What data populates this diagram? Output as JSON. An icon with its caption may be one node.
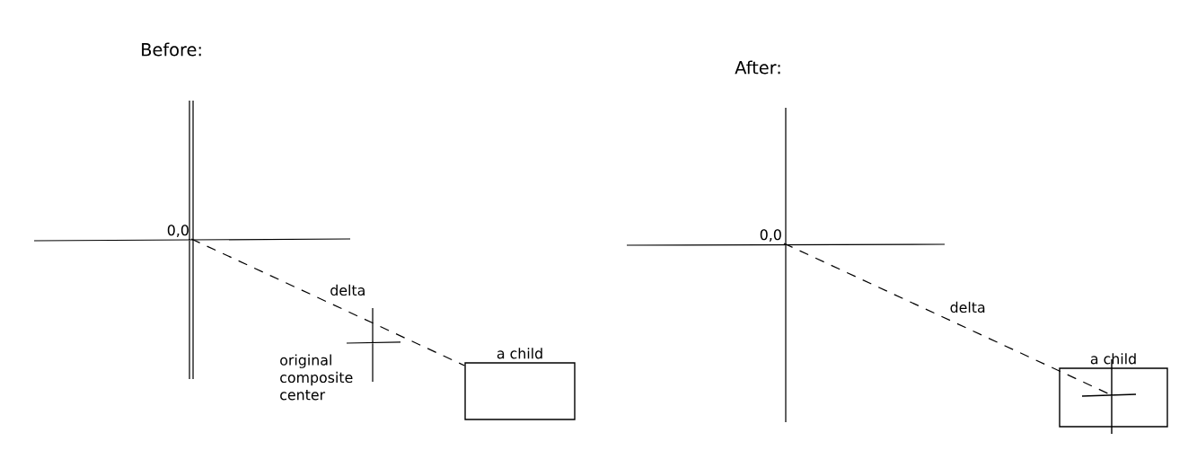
{
  "diagram": {
    "nodes": [
      {
        "text": [
          "0,0"
        ]
      },
      {
        "text": [
          "a child"
        ]
      },
      {
        "text": [
          "0,0"
        ]
      },
      {
        "text": [
          "a child"
        ]
      },
      {
        "text": [],
        "shape": "cross",
        "in": 3
      }
    ],
    "edges": [
      {
        "from": 0,
        "to": 1,
        "arrow": "none",
        "style": "dashed",
        "label": "delta"
      },
      {
        "from": 2,
        "to": 4,
        "arrow": "none",
        "style": "dashed",
        "label": "delta"
      }
    ],
    "labels": [
      "Before:",
      "After:",
      "original composite center"
    ]
  }
}
